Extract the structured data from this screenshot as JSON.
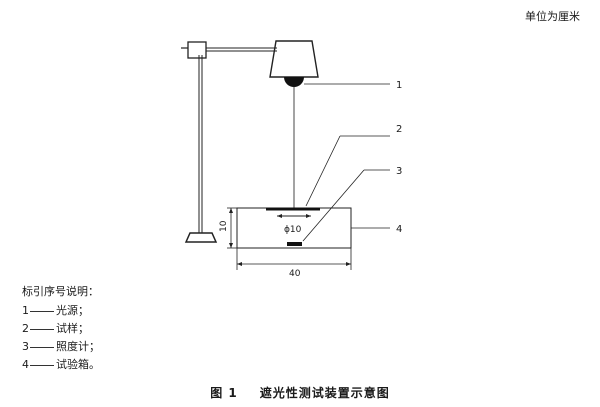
{
  "unit_note": "单位为厘米",
  "callouts": [
    "1",
    "2",
    "3",
    "4"
  ],
  "dimensions": {
    "height": "10",
    "width": "40",
    "diameter": "ϕ10"
  },
  "legend": {
    "title": "标引序号说明：",
    "items": [
      {
        "num": "1",
        "label": "光源；"
      },
      {
        "num": "2",
        "label": "试样；"
      },
      {
        "num": "3",
        "label": "照度计；"
      },
      {
        "num": "4",
        "label": "试验箱。"
      }
    ]
  },
  "caption": {
    "figure_no": "图 1",
    "title": "遮光性测试装置示意图"
  }
}
